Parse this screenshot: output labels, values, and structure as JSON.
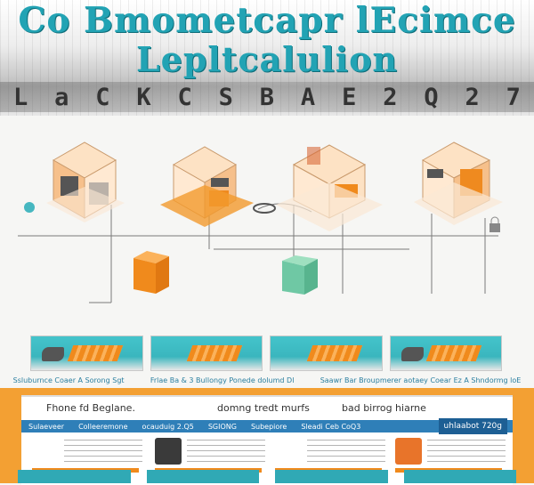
{
  "banner": {
    "title_line1": "Co Bmometcapr lEcimce",
    "title_line2": "Lepltcalulion",
    "code_chars": [
      "L",
      "a",
      "C",
      "K",
      "C",
      "S",
      "B",
      "A",
      "E",
      "2",
      "Q",
      "2",
      "7"
    ]
  },
  "colors": {
    "accent_teal": "#22a3b4",
    "accent_orange": "#f3a033",
    "bar_blue": "#2f7fb8"
  },
  "diagram": {
    "house_icons": [
      "house-icon",
      "house-icon",
      "house-icon",
      "house-icon"
    ],
    "mid_boxes": [
      "orange-box-icon",
      "green-box-icon"
    ]
  },
  "strip_labels": [
    "Ssluburnce Coaer A Sorong Sgt",
    "Frlae Ba & 3 Bullongy Ponede dolumd Dl",
    "Saawr Bar Broupmerer aotaey Coear Ez A Shndormg loE"
  ],
  "card": {
    "head_left": "Fhone fd Beglane.",
    "head_mid": "domng tredt murfs",
    "head_right": "bad birrog hiarne",
    "bar_items": [
      "Sulaeveer",
      "Colleeremone",
      "ocauduig 2.Q5",
      "SGIONG",
      "Subepiore",
      "Sleadi Ceb CoQ3"
    ],
    "badge": "uhlaabot 720g"
  }
}
